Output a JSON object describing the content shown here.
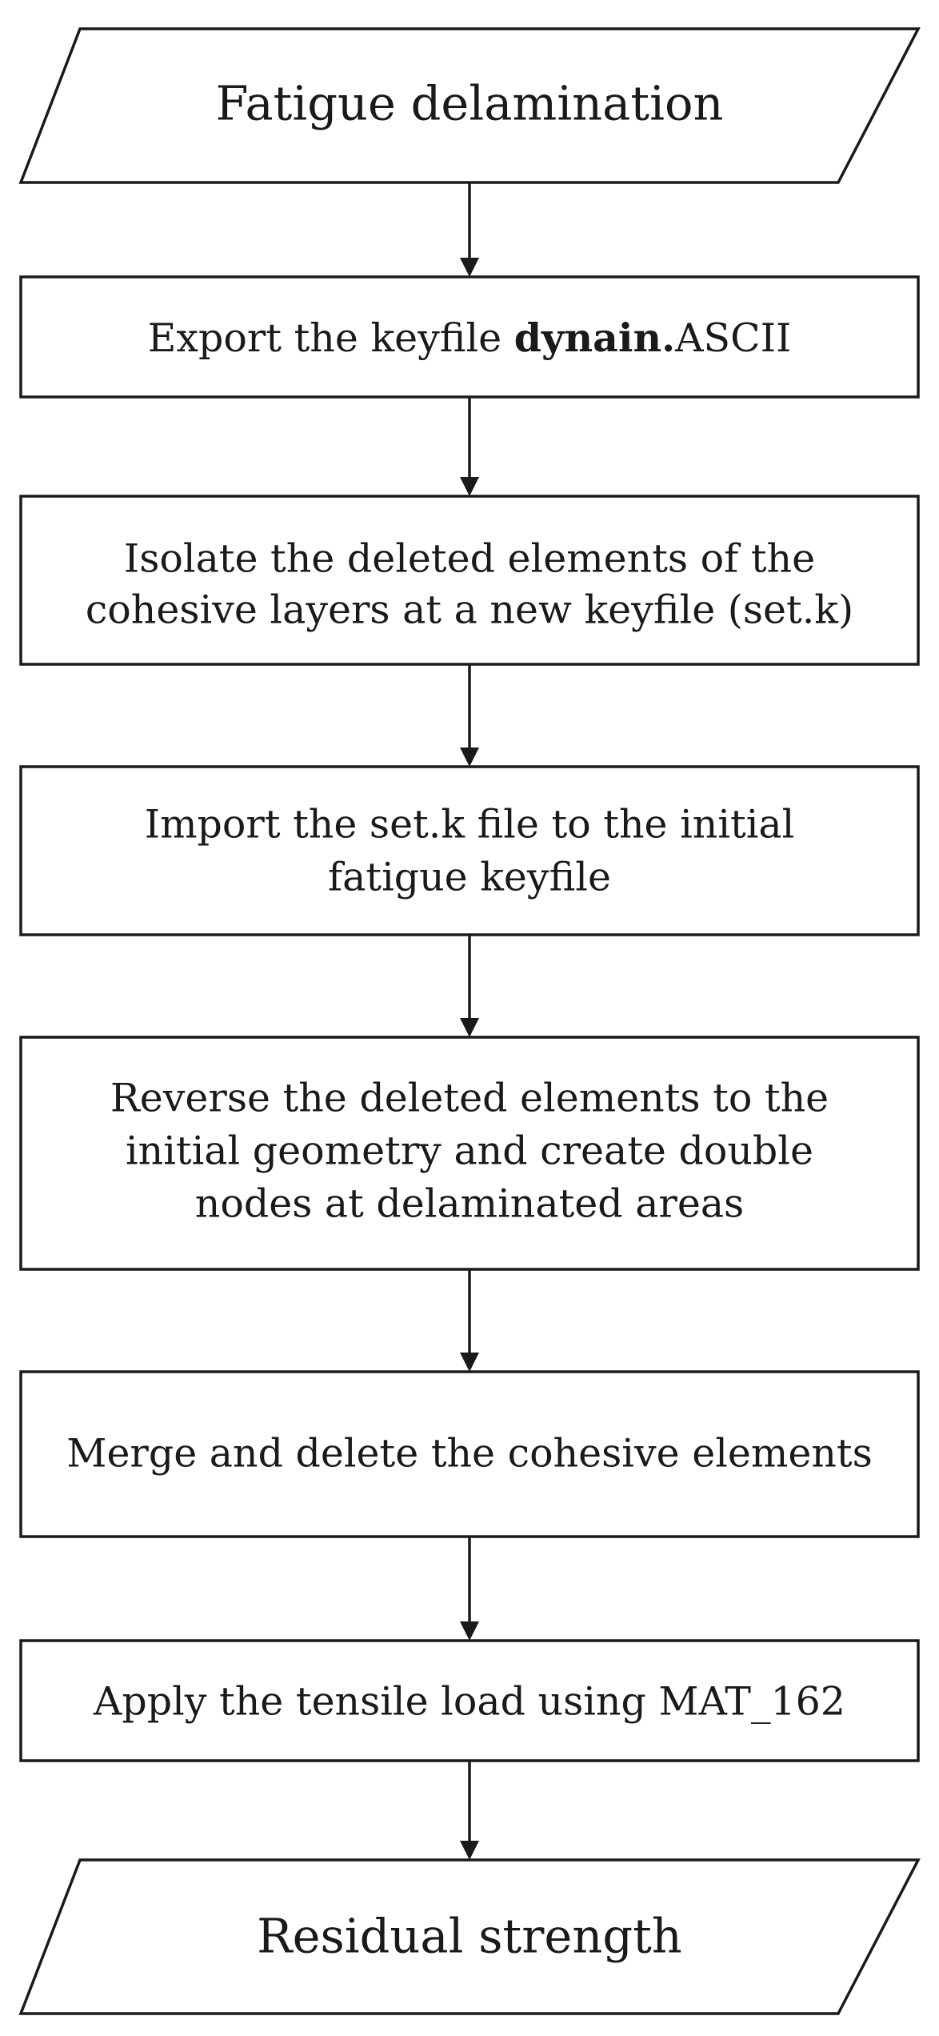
{
  "flowchart": {
    "start": {
      "label": "Fatigue delamination"
    },
    "steps": [
      {
        "id": "export",
        "lines": [
          {
            "parts": [
              "Export the keyfile ",
              "dynain.",
              "ASCII"
            ],
            "bold": [
              false,
              true,
              false
            ]
          }
        ]
      },
      {
        "id": "isolate",
        "lines": [
          "Isolate the deleted elements of the",
          "cohesive layers at a new keyfile (set.k)"
        ]
      },
      {
        "id": "import",
        "lines": [
          "Import the set.k file to the initial",
          "fatigue keyfile"
        ]
      },
      {
        "id": "reverse",
        "lines": [
          "Reverse the deleted elements to the",
          "initial geometry and create double",
          "nodes at delaminated areas"
        ]
      },
      {
        "id": "merge",
        "lines": [
          "Merge and delete the cohesive elements"
        ]
      },
      {
        "id": "apply",
        "lines": [
          "Apply the tensile load using MAT_162"
        ]
      }
    ],
    "end": {
      "label": "Residual strength"
    }
  },
  "colors": {
    "stroke": "#1a1a1a",
    "fill": "#ffffff",
    "background": "#ffffff"
  }
}
